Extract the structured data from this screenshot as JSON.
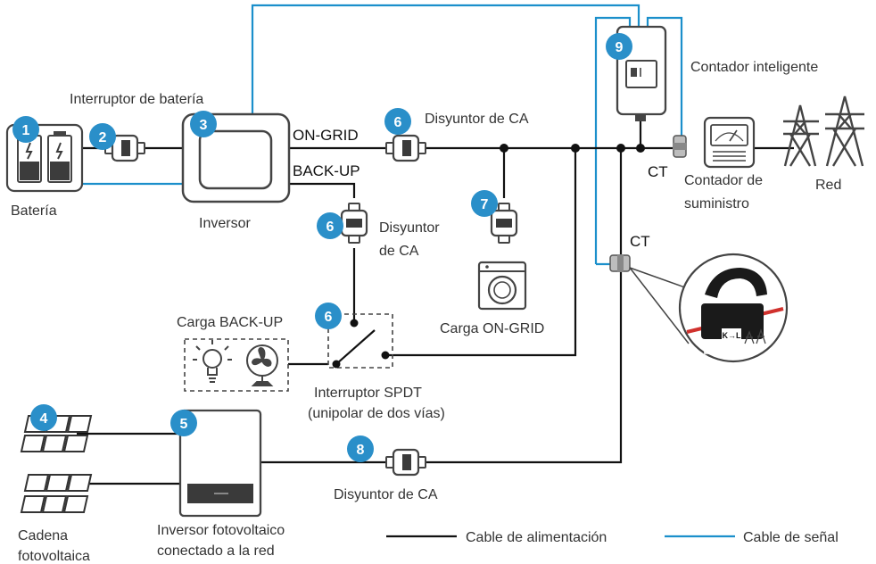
{
  "labels": {
    "battery": "Batería",
    "battery_switch": "Interruptor de batería",
    "inverter": "Inversor",
    "on_grid": "ON-GRID",
    "back_up": "BACK-UP",
    "ac_breaker_top": "Disyuntor de CA",
    "ac_breaker_backup_l1": "Disyuntor",
    "ac_breaker_backup_l2": "de CA",
    "smart_meter": "Contador inteligente",
    "ct_top": "CT",
    "ct_mid": "CT",
    "utility_meter_l1": "Contador de",
    "utility_meter_l2": "suministro",
    "grid": "Red",
    "ongrid_load": "Carga ON-GRID",
    "backup_load": "Carga BACK-UP",
    "spdt_l1": "Interruptor SPDT",
    "spdt_l2": "(unipolar de dos vías)",
    "pv_string_l1": "Cadena",
    "pv_string_l2": "fotovoltaica",
    "pv_inverter_l1": "Inversor fotovoltaico",
    "pv_inverter_l2": "conectado a la red",
    "ac_breaker_pv": "Disyuntor de CA",
    "ct_tag": "K→L"
  },
  "badges": {
    "battery": "1",
    "battery_switch": "2",
    "inverter": "3",
    "pv_string": "4",
    "pv_inverter": "5",
    "ac_breaker_ongrid": "6",
    "ac_breaker_backup": "6",
    "spdt": "6",
    "ac_breaker_load": "7",
    "ac_breaker_pv": "8",
    "smart_meter": "9"
  },
  "legend": {
    "power_cable": "Cable de alimentación",
    "signal_cable": "Cable de señal"
  },
  "colors": {
    "power_line": "#111111",
    "signal_line": "#1b8fcb",
    "badge": "#2a8fc9",
    "device_outline": "#444444",
    "ct_wire": "#d0312d"
  },
  "icons": {
    "battery": "battery-icon",
    "breaker": "breaker-icon",
    "washing_machine": "washing-machine-icon",
    "light_bulb": "light-bulb-icon",
    "fan": "fan-icon",
    "solar_panel": "solar-panel-icon",
    "utility_meter": "utility-meter-icon",
    "grid_tower": "transmission-tower-icon",
    "ct_clamp": "ct-clamp-icon"
  }
}
